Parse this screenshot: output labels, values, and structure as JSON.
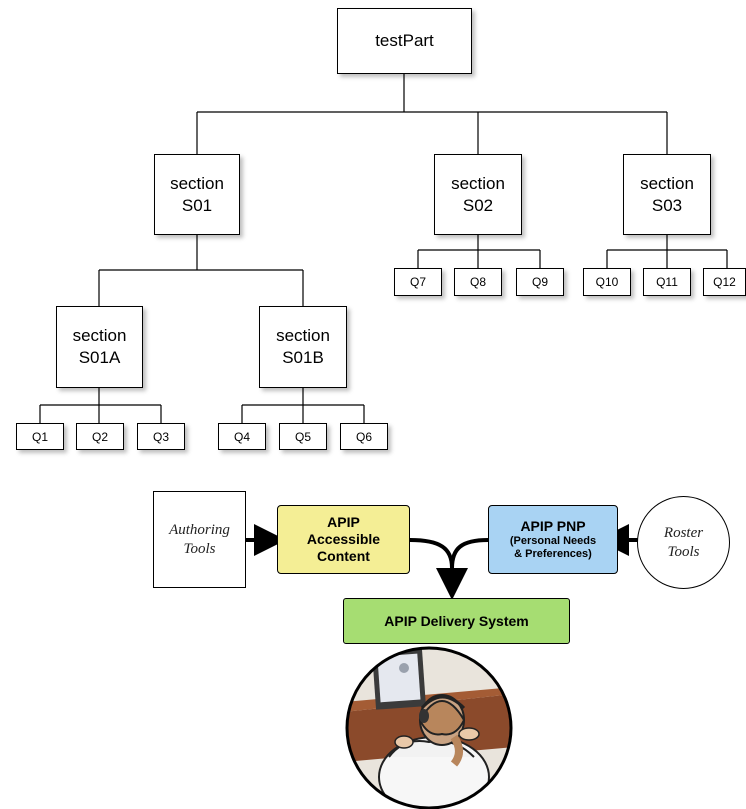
{
  "tree": {
    "root": "testPart",
    "sections": {
      "s01": "section\nS01",
      "s02": "section\nS02",
      "s03": "section\nS03",
      "s01a": "section\nS01A",
      "s01b": "section\nS01B"
    },
    "questions": [
      "Q1",
      "Q2",
      "Q3",
      "Q4",
      "Q5",
      "Q6",
      "Q7",
      "Q8",
      "Q9",
      "Q10",
      "Q11",
      "Q12"
    ]
  },
  "apip": {
    "authoring_tools": "Authoring\nTools",
    "accessible_content": "APIP\nAccessible\nContent",
    "pnp_title": "APIP PNP",
    "pnp_subtitle": "(Personal Needs\n& Preferences)",
    "roster_tools": "Roster\nTools",
    "delivery_system": "APIP Delivery System"
  },
  "colors": {
    "accessible_content_fill": "#f4ee95",
    "pnp_fill": "#a9d3f3",
    "delivery_fill": "#a6dd72",
    "connector": "#000000"
  }
}
